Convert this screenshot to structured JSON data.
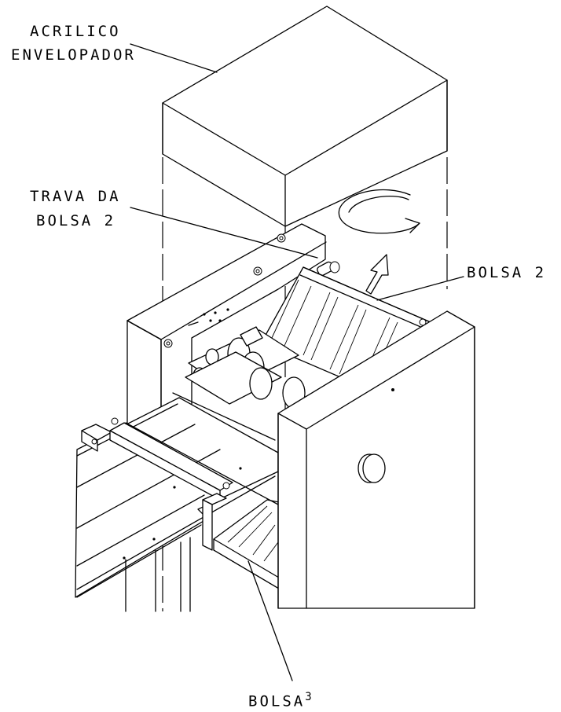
{
  "labels": {
    "acrilico_line1": "ACRILICO",
    "acrilico_line2": "ENVELOPADOR",
    "trava_line1": "TRAVA DA",
    "trava_line2": "BOLSA 2",
    "bolsa2": "BOLSA 2",
    "bolsa3": "BOLSA",
    "bolsa3_number": "3"
  }
}
